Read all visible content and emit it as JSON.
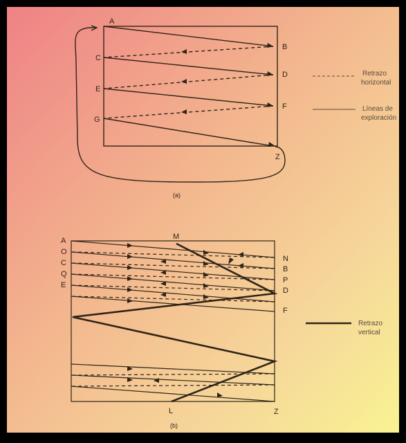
{
  "labels_a": {
    "A": "A",
    "B": "B",
    "C": "C",
    "D": "D",
    "E": "E",
    "F": "F",
    "G": "G",
    "Z": "Z"
  },
  "caption_a": "(a)",
  "legend_a": {
    "retrace_line1": "Retrazo",
    "retrace_line2": "horizontal",
    "scan_line1": "Líneas de",
    "scan_line2": "exploración"
  },
  "labels_b": {
    "A": "A",
    "O": "O",
    "C": "C",
    "Q": "Q",
    "E": "E",
    "M": "M",
    "N": "N",
    "B": "B",
    "P": "P",
    "D": "D",
    "F": "F",
    "L": "L",
    "Z": "Z"
  },
  "caption_b": "(b)",
  "legend_b": {
    "vertical_line1": "Retrazo",
    "vertical_line2": "vertical"
  },
  "colors": {
    "frame": "#000000",
    "ink": "#2f2418",
    "label_gray": "#5a4a3a",
    "bg_pink": "#f08c88",
    "bg_orange": "#f5c892",
    "bg_yellow": "#f8f490"
  }
}
